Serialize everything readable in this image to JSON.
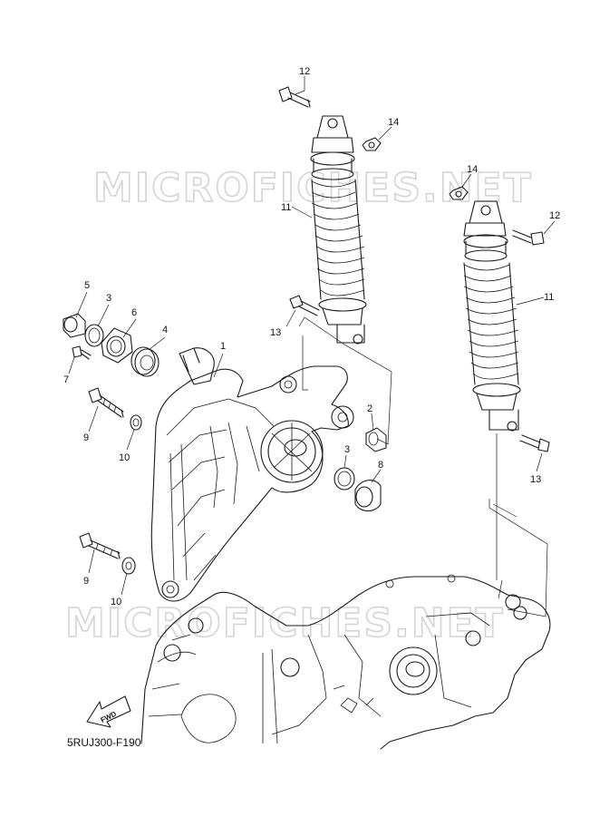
{
  "watermark": {
    "top": "MICROFICHES.NET",
    "bottom": "MICROFICHES.NET"
  },
  "diagram_code": "5RUJ300-F190",
  "fwd_label": "FWD",
  "callouts": {
    "c12a": "12",
    "c14a": "14",
    "c11a": "11",
    "c14b": "14",
    "c12b": "12",
    "c11b": "11",
    "c13a": "13",
    "c13b": "13",
    "c5": "5",
    "c3a": "3",
    "c6": "6",
    "c4": "4",
    "c1": "1",
    "c7": "7",
    "c2": "2",
    "c3b": "3",
    "c8": "8",
    "c9a": "9",
    "c10a": "10",
    "c9b": "9",
    "c10b": "10"
  }
}
